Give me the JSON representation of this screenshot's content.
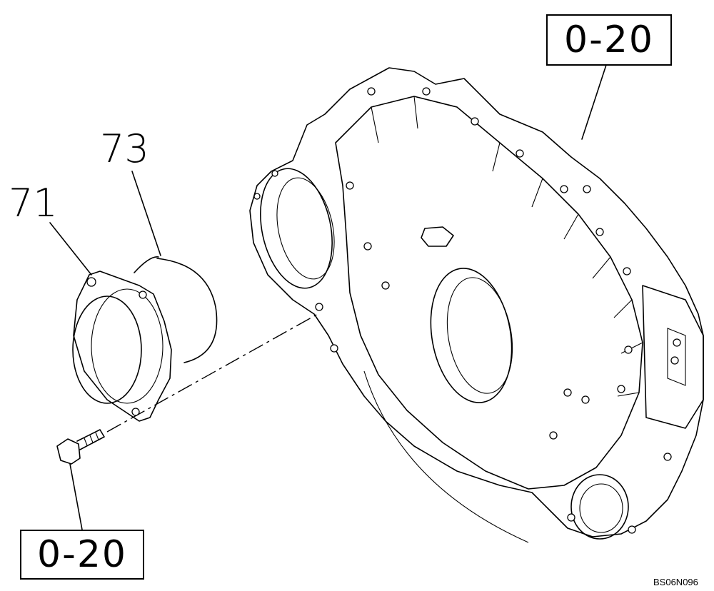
{
  "diagram": {
    "ref_top_right": "0-20",
    "ref_bottom_left": "0-20",
    "callout_71": "71",
    "callout_73": "73",
    "drawing_code": "BS06N096"
  }
}
